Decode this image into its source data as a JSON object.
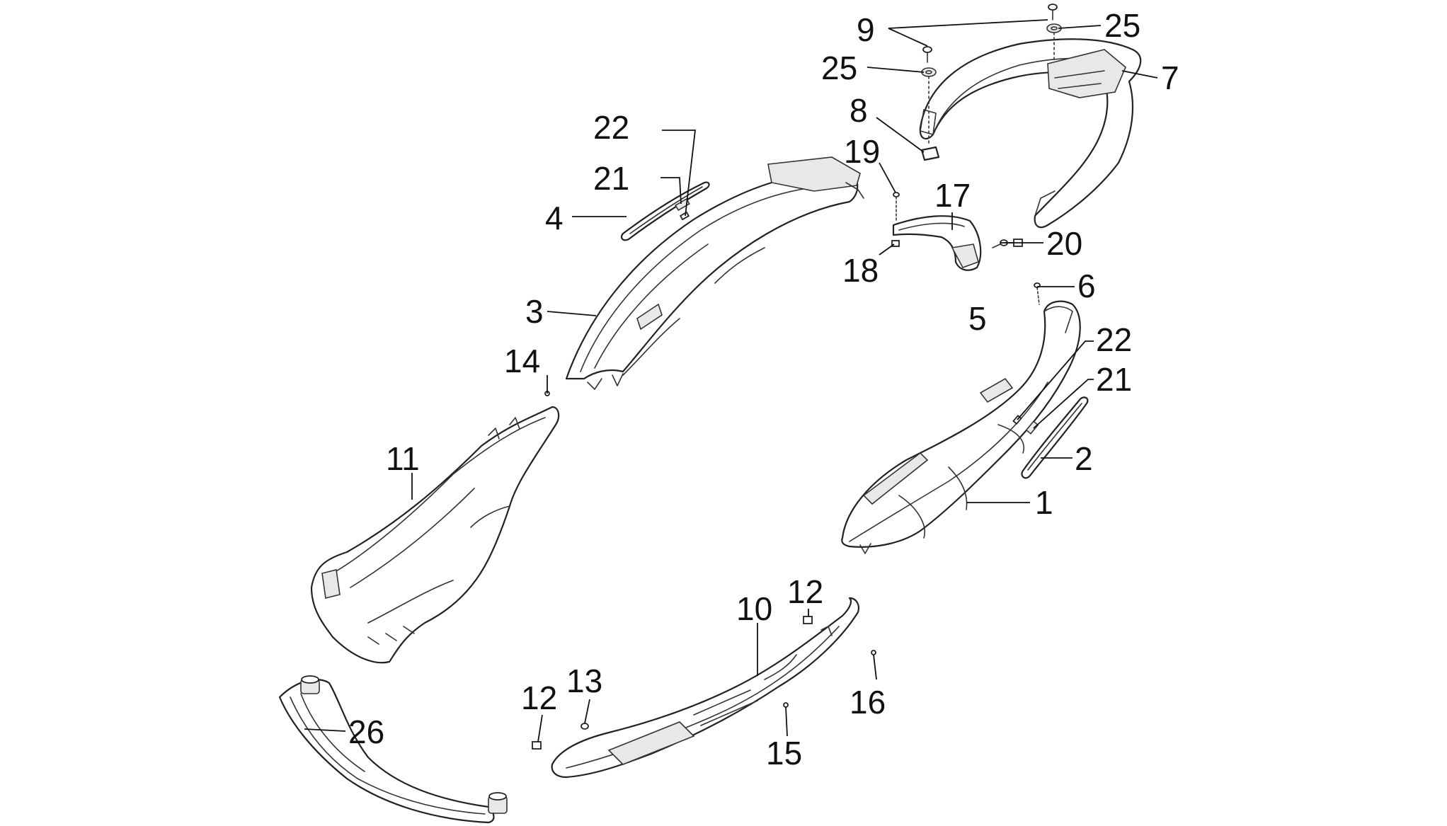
{
  "callouts": [
    {
      "id": "9",
      "text": "9"
    },
    {
      "id": "25a",
      "text": "25"
    },
    {
      "id": "25b",
      "text": "25"
    },
    {
      "id": "7",
      "text": "7"
    },
    {
      "id": "8",
      "text": "8"
    },
    {
      "id": "22a",
      "text": "22"
    },
    {
      "id": "21a",
      "text": "21"
    },
    {
      "id": "4",
      "text": "4"
    },
    {
      "id": "19",
      "text": "19"
    },
    {
      "id": "17",
      "text": "17"
    },
    {
      "id": "20",
      "text": "20"
    },
    {
      "id": "18",
      "text": "18"
    },
    {
      "id": "3",
      "text": "3"
    },
    {
      "id": "6",
      "text": "6"
    },
    {
      "id": "5",
      "text": "5"
    },
    {
      "id": "22b",
      "text": "22"
    },
    {
      "id": "21b",
      "text": "21"
    },
    {
      "id": "14",
      "text": "14"
    },
    {
      "id": "2",
      "text": "2"
    },
    {
      "id": "11",
      "text": "11"
    },
    {
      "id": "1",
      "text": "1"
    },
    {
      "id": "12a",
      "text": "12"
    },
    {
      "id": "10",
      "text": "10"
    },
    {
      "id": "13",
      "text": "13"
    },
    {
      "id": "12b",
      "text": "12"
    },
    {
      "id": "16",
      "text": "16"
    },
    {
      "id": "26",
      "text": "26"
    },
    {
      "id": "15",
      "text": "15"
    }
  ]
}
